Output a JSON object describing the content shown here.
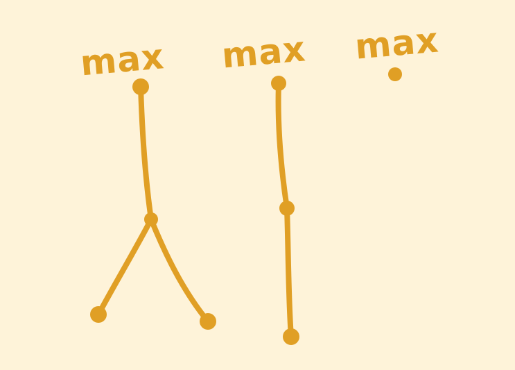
{
  "colors": {
    "background": "#FEF3D9",
    "accent": "#E09F25"
  },
  "trees": [
    {
      "label": "max"
    },
    {
      "label": "max"
    },
    {
      "label": "max"
    }
  ]
}
